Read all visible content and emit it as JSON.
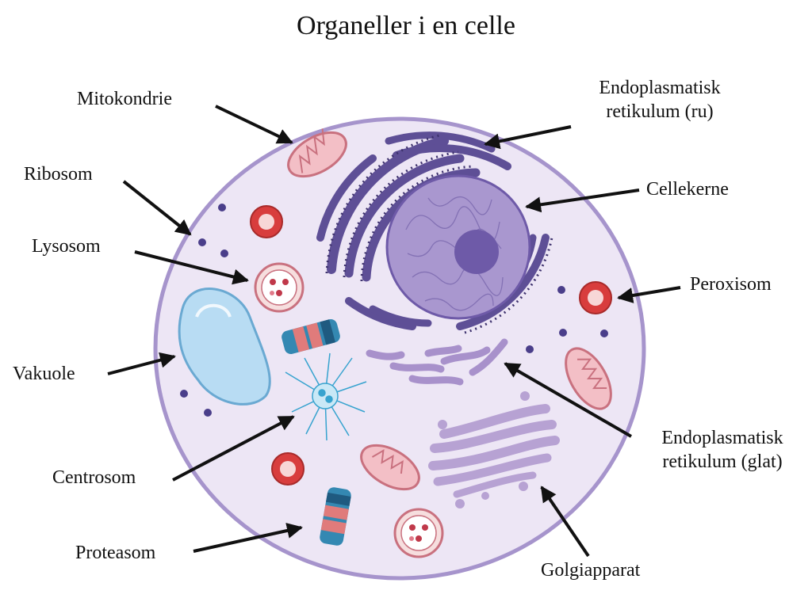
{
  "title": "Organeller i en celle",
  "labels": {
    "mitokondrie": "Mitokondrie",
    "ribosom": "Ribosom",
    "lysosom": "Lysosom",
    "vakuole": "Vakuole",
    "centrosom": "Centrosom",
    "proteasom": "Proteasom",
    "er_ru_line1": "Endoplasmatisk",
    "er_ru_line2": "retikulum (ru)",
    "cellekerne": "Cellekerne",
    "peroxisom": "Peroxisom",
    "er_glat_line1": "Endoplasmatisk",
    "er_glat_line2": "retikulum (glat)",
    "golgiapparat": "Golgiapparat"
  },
  "colors": {
    "cell_fill": "#ede6f5",
    "cell_border": "#a694cc",
    "rough_er": "#5e4f96",
    "nucleus": "#a997cf",
    "nucleolus": "#6e5aa8",
    "mito_fill": "#f3bfc6",
    "mito_border": "#c9717f",
    "peroxisome": "#d83d3d",
    "ribosome_dot": "#4a3e8a",
    "vacuole": "#b8dcf3",
    "golgi": "#b7a2d3",
    "smooth_er": "#a891cb",
    "centrosome": "#37a3cf",
    "proteasome_blue": "#3488b2",
    "proteasome_pink": "#e07b7b",
    "arrow": "#111111"
  }
}
